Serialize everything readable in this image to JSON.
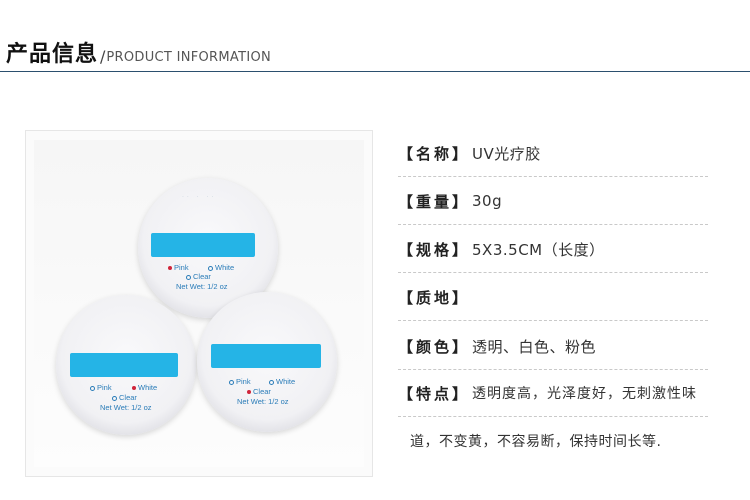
{
  "header": {
    "title_cn": "产品信息",
    "separator": "/",
    "title_en": "PRODUCT INFORMATION"
  },
  "product_image": {
    "jar_top": {
      "opt1": "Pink",
      "opt2": "White",
      "opt3": "Clear",
      "net": "Net Wet: 1/2 oz"
    },
    "jar_left": {
      "opt1": "Pink",
      "opt2": "White",
      "opt3": "Clear",
      "net": "Net Wet: 1/2 oz"
    },
    "jar_right": {
      "opt1": "Pink",
      "opt2": "White",
      "opt3": "Clear",
      "net": "Net Wet: 1/2 oz"
    }
  },
  "specs": [
    {
      "label": "【名称】",
      "value": "UV光疗胶"
    },
    {
      "label": "【重量】",
      "value": "30g"
    },
    {
      "label": "【规格】",
      "value": "5X3.5CM（长度）"
    },
    {
      "label": "【质地】",
      "value": ""
    },
    {
      "label": "【颜色】",
      "value": "透明、白色、粉色"
    },
    {
      "label": "【特点】",
      "value": "透明度高，光泽度好，无刺激性味"
    }
  ],
  "specs_continuation": "道，不变黄，不容易断，保持时间长等."
}
